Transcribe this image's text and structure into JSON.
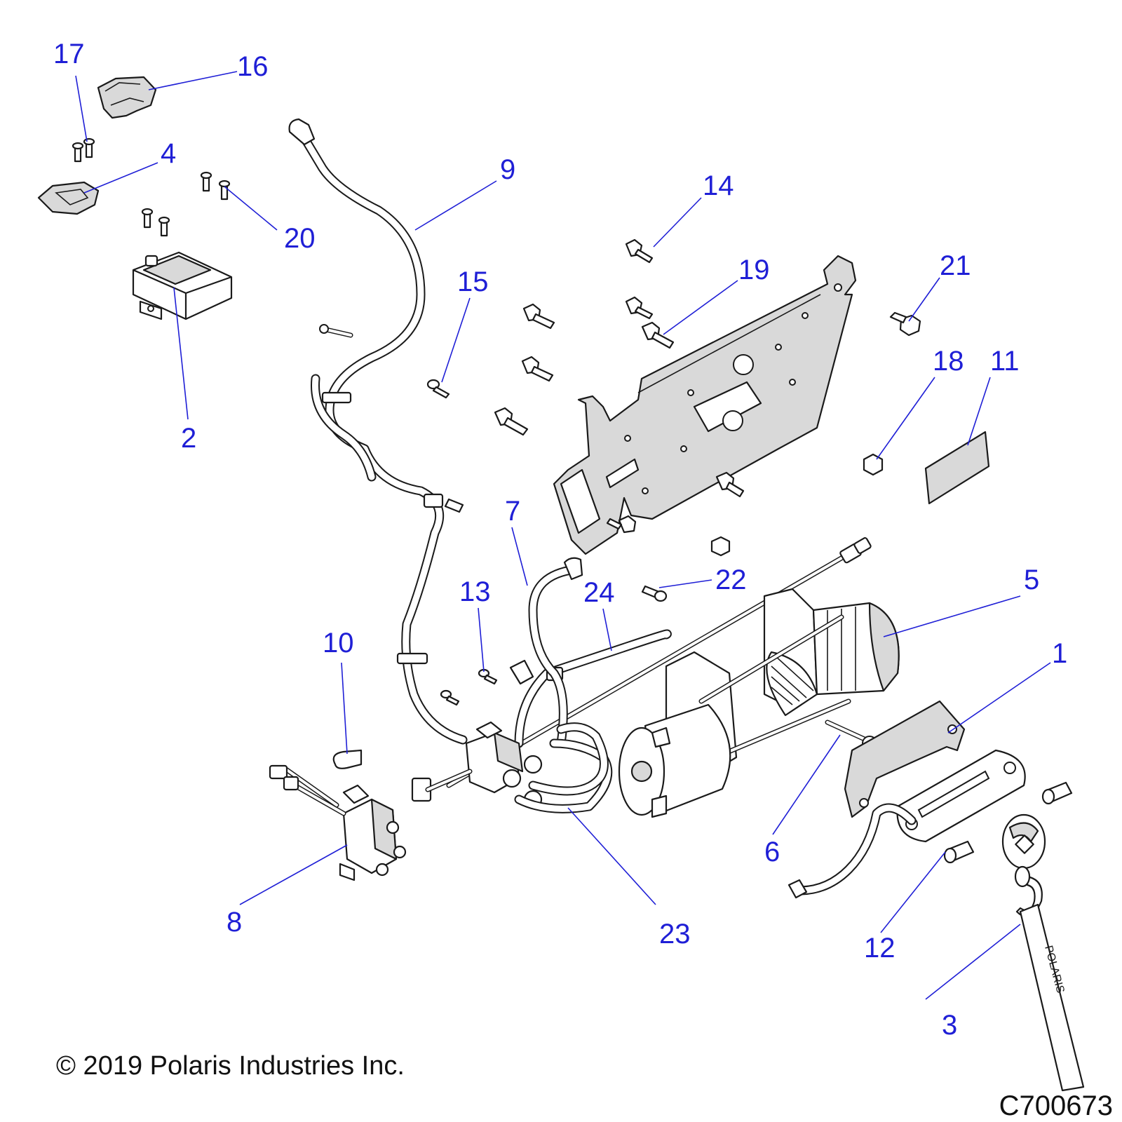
{
  "callouts": [
    "1",
    "2",
    "3",
    "4",
    "5",
    "6",
    "7",
    "8",
    "9",
    "10",
    "11",
    "12",
    "13",
    "14",
    "15",
    "16",
    "17",
    "18",
    "19",
    "20",
    "21",
    "22",
    "23",
    "24"
  ],
  "copyright": "© 2019 Polaris Industries Inc.",
  "drawing_number": "C700673",
  "strap_text": "POLARIS"
}
